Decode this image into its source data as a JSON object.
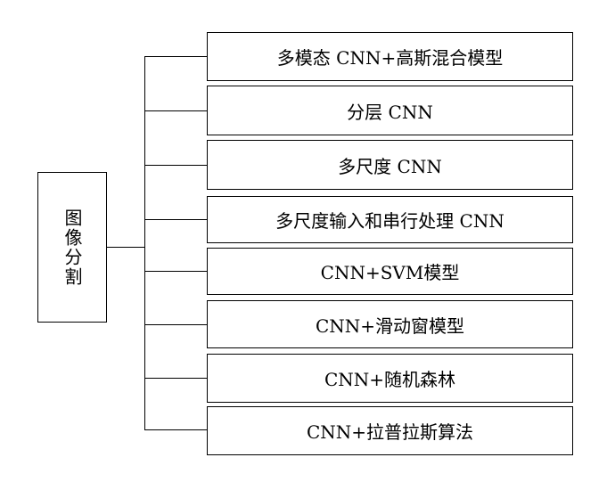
{
  "root": {
    "label": "图像分割"
  },
  "methods": [
    "多模态 CNN+高斯混合模型",
    "分层 CNN",
    "多尺度 CNN",
    "多尺度输入和串行处理 CNN",
    "CNN+SVM模型",
    "CNN+滑动窗模型",
    "CNN+随机森林",
    "CNN+拉普拉斯算法"
  ]
}
